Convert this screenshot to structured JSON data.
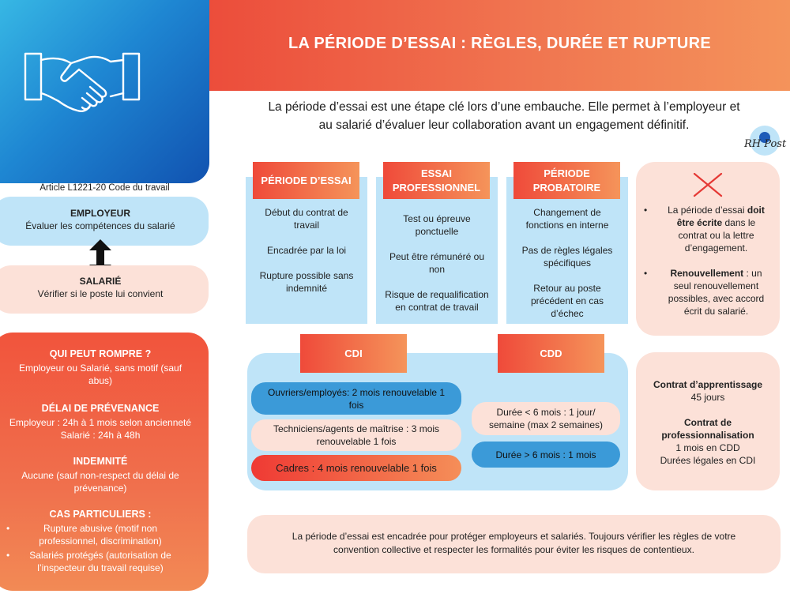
{
  "header": {
    "title": "LA PÉRIODE D’ESSAI : RÈGLES, DURÉE ET RUPTURE"
  },
  "intro": {
    "line1": "La période d’essai est une étape clé lors d’une embauche. Elle permet à l’employeur et",
    "line2": "au salarié d’évaluer leur collaboration avant un engagement définitif."
  },
  "logo": {
    "text": "RH Post"
  },
  "article": "Article L1221-20 Code du travail",
  "employeur": {
    "title": "EMPLOYEUR",
    "text": "Évaluer les compétences du salarié"
  },
  "salarie": {
    "title": "SALARIÉ",
    "text": "Vérifier si le poste lui convient"
  },
  "rules": {
    "rompre_title": "QUI PEUT ROMPRE ?",
    "rompre_l1": "Employeur ou Salarié, sans motif (sauf",
    "rompre_l2": "abus)",
    "delai_title": "DÉLAI DE PRÉVENANCE",
    "delai_l1": "Employeur : 24h à 1 mois selon ancienneté",
    "delai_l2": "Salarié : 24h à 48h",
    "indem_title": "INDEMNITÉ",
    "indem_l1": "Aucune (sauf non-respect du délai de",
    "indem_l2": "prévenance)",
    "cas_title": "CAS PARTICULIERS :",
    "cas_items": [
      {
        "l1": "Rupture abusive (motif non",
        "l2": "professionnel, discrimination)"
      },
      {
        "l1": "Salariés protégés (autorisation de",
        "l2": "l’inspecteur du travail requise)"
      }
    ]
  },
  "cards": [
    {
      "title1": "PÉRIODE D’ESSAI",
      "title2": "",
      "items": [
        {
          "l1": "Début du contrat de",
          "l2": "travail"
        },
        {
          "l1": "Encadrée par la loi",
          "l2": ""
        },
        {
          "l1": "Rupture possible sans",
          "l2": "indemnité"
        }
      ]
    },
    {
      "title1": "ESSAI",
      "title2": "PROFESSIONNEL",
      "items": [
        {
          "l1": "Test ou épreuve",
          "l2": "ponctuelle"
        },
        {
          "l1": "Peut être rémunéré ou",
          "l2": "non"
        },
        {
          "l1": "Risque de requalification",
          "l2": "en contrat de travail"
        }
      ]
    },
    {
      "title1": "PÉRIODE",
      "title2": "PROBATOIRE",
      "items": [
        {
          "l1": "Changement de",
          "l2": "fonctions en interne"
        },
        {
          "l1": "Pas de règles légales",
          "l2": "spécifiques"
        },
        {
          "l1": "Retour au poste",
          "l2": "précédent en cas",
          "l3": "d’échec"
        }
      ]
    }
  ],
  "right_top": {
    "b1_pre": "La période d’essai ",
    "b1_bold1": "doit",
    "b1_bold2": "être écrite",
    "b1_l2_rest": " dans le",
    "b1_l3": "contrat ou la lettre",
    "b1_l4": "d’engagement.",
    "b2_bold": "Renouvellement",
    "b2_l1_rest": " : un",
    "b2_l2": "seul renouvellement",
    "b2_l3": "possibles, avec accord",
    "b2_l4": "écrit du salarié."
  },
  "right_mid": {
    "app_title": "Contrat d’apprentissage",
    "app_value": "45 jours",
    "pro_title1": "Contrat de",
    "pro_title2": "professionnalisation",
    "pro_l1": "1 mois en CDD",
    "pro_l2": "Durées légales en CDI"
  },
  "cdi": {
    "title": "CDI",
    "items": [
      {
        "l1": "Ouvriers/employés: 2 mois renouvelable 1",
        "l2": "fois"
      },
      {
        "l1": "Techniciens/agents de maîtrise  : 3 mois",
        "l2": "renouvelable 1 fois"
      },
      {
        "l1": "Cadres : 4 mois renouvelable 1 fois",
        "l2": ""
      }
    ]
  },
  "cdd": {
    "title": "CDD",
    "items": [
      {
        "l1": "Durée < 6 mois : 1 jour/",
        "l2": "semaine (max 2 semaines)"
      },
      {
        "l1": "Durée > 6 mois : 1 mois",
        "l2": ""
      }
    ]
  },
  "footer": {
    "l1": "La période d’essai est encadrée pour protéger employeurs et salariés. Toujours vérifier les règles de votre",
    "l2": "convention collective et respecter les formalités pour éviter les risques de contentieux."
  },
  "colors": {
    "blue_light": "#bfe4f8",
    "peach": "#fce1d8",
    "red": "#ef4a3a",
    "orange": "#f5945a",
    "blue": "#3b9ad8",
    "cross": "#e53935"
  },
  "icons": [
    "handshake-icon",
    "double-arrow-icon",
    "cross-icon",
    "bullet-icon"
  ]
}
